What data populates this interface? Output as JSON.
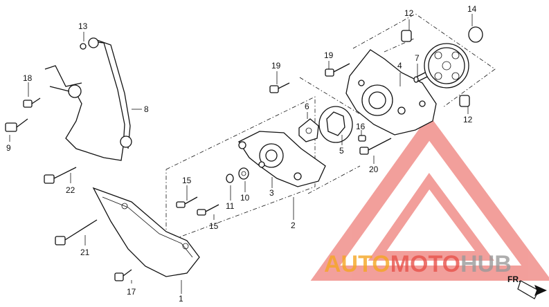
{
  "callouts": {
    "c1": "1",
    "c2": "2",
    "c3": "3",
    "c4": "4",
    "c5": "5",
    "c6": "6",
    "c7": "7",
    "c8": "8",
    "c9": "9",
    "c10": "10",
    "c11": "11",
    "c12a": "12",
    "c12b": "12",
    "c13": "13",
    "c14": "14",
    "c15a": "15",
    "c15b": "15",
    "c16": "16",
    "c17": "17",
    "c18": "18",
    "c19": "19",
    "c20": "20",
    "c21": "21",
    "c22": "22"
  },
  "watermark": {
    "part1": "AUTO",
    "part2": "MOTO",
    "part3": "HUB",
    "colors": {
      "orange": "#f5a623",
      "red": "#e8524a",
      "gray": "#9a9a9a"
    }
  },
  "direction_marker": {
    "label": "FR."
  }
}
